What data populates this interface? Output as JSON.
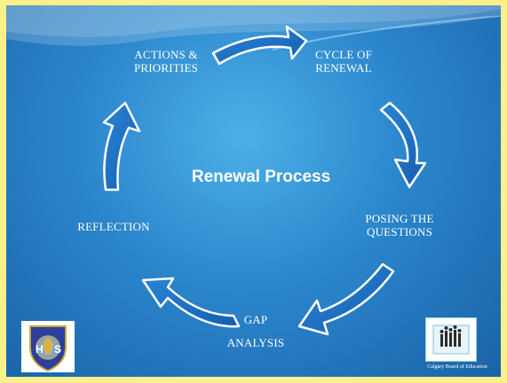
{
  "title": "Renewal Process",
  "steps": {
    "actions": [
      "ACTIONS &",
      "PRIORITIES"
    ],
    "cycle": [
      "CYCLE OF",
      "RENEWAL"
    ],
    "posing": [
      "POSING THE",
      "QUESTIONS"
    ],
    "gap": [
      "GAP",
      "ANALYSIS"
    ],
    "reflection": "REFLECTION"
  },
  "logos": {
    "left_initials": [
      "H",
      "S"
    ],
    "right_caption": "Calgary Board of Education"
  },
  "colors": {
    "arrow_fill": "#1d6fc4",
    "arrow_stroke": "#ffffff",
    "background_dark": "#1a62a8",
    "background_light": "#4eb0e8",
    "frame": "#fbf08a"
  }
}
